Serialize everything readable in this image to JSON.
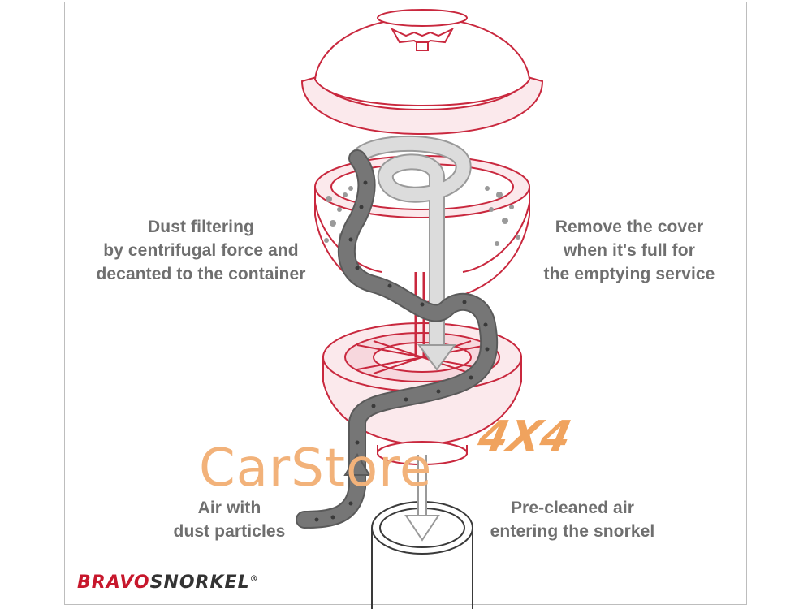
{
  "labels": {
    "left": [
      "Dust filtering",
      "by centrifugal force and",
      "decanted to the container"
    ],
    "right": [
      "Remove the cover",
      "when it's full for",
      "the emptying service"
    ],
    "air": [
      "Air with",
      "dust particles"
    ],
    "pre": [
      "Pre-cleaned air",
      "entering the snorkel"
    ]
  },
  "watermark": {
    "main": "CarStore",
    "sub": "4X4"
  },
  "logo": {
    "part1": "BRAVO",
    "part2": "SNORKEL",
    "mark": "®"
  },
  "colors": {
    "outline": "#c9283e",
    "part_fill": "#fbe9ec",
    "dust_path": "#767676",
    "clean_path": "#dcdcdc",
    "label_text": "#6f6f6f",
    "watermark": "#f2b27a",
    "brand_red": "#c7172c"
  },
  "icons": [
    "wing-nut-icon",
    "flow-arrow-down-icon",
    "flow-arrow-up-icon"
  ]
}
